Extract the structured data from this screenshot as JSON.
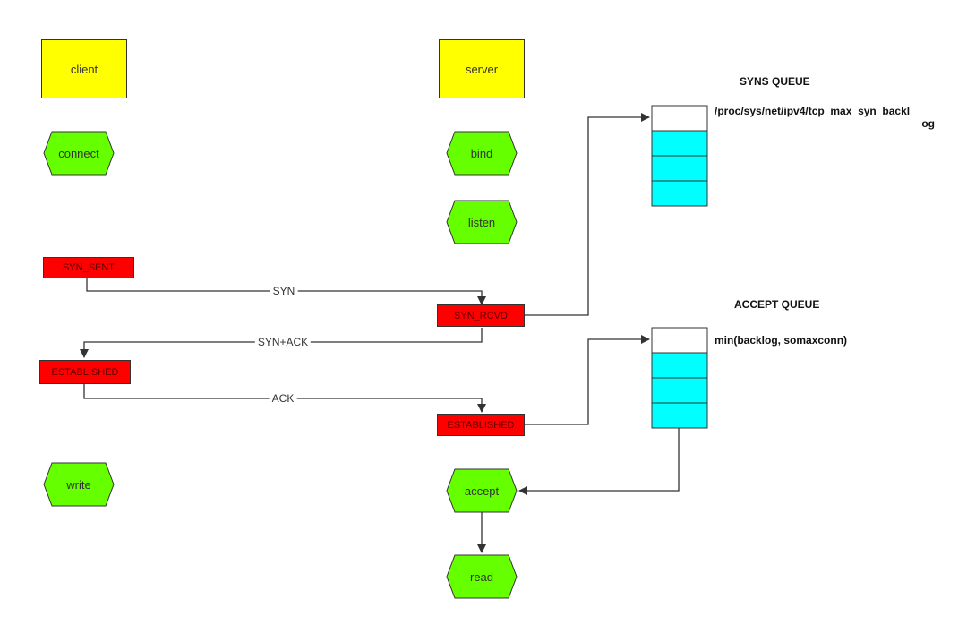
{
  "nodes": {
    "client": "client",
    "server": "server",
    "connect": "connect",
    "bind": "bind",
    "listen": "listen",
    "write": "write",
    "accept": "accept",
    "read": "read",
    "syn_sent": "SYN_SENT",
    "syn_rcvd": "SYN_RCVD",
    "established_client": "ESTABLISHED",
    "established_server": "ESTABLISHED"
  },
  "edges": {
    "syn": "SYN",
    "syn_ack": "SYN+ACK",
    "ack": "ACK"
  },
  "queues": {
    "syns": {
      "title": "SYNS QUEUE",
      "note_line1": "/proc/sys/net/ipv4/tcp_max_syn_backl",
      "note_line2": "og",
      "filled_slots": 3,
      "total_slots": 4
    },
    "accept": {
      "title": "ACCEPT QUEUE",
      "note": "min(backlog, somaxconn)",
      "filled_slots": 3,
      "total_slots": 4
    }
  },
  "colors": {
    "endpoint": "#ffff00",
    "call": "#66ff00",
    "state": "#ff0000",
    "queue_slot": "#00ffff",
    "line": "#333333"
  }
}
